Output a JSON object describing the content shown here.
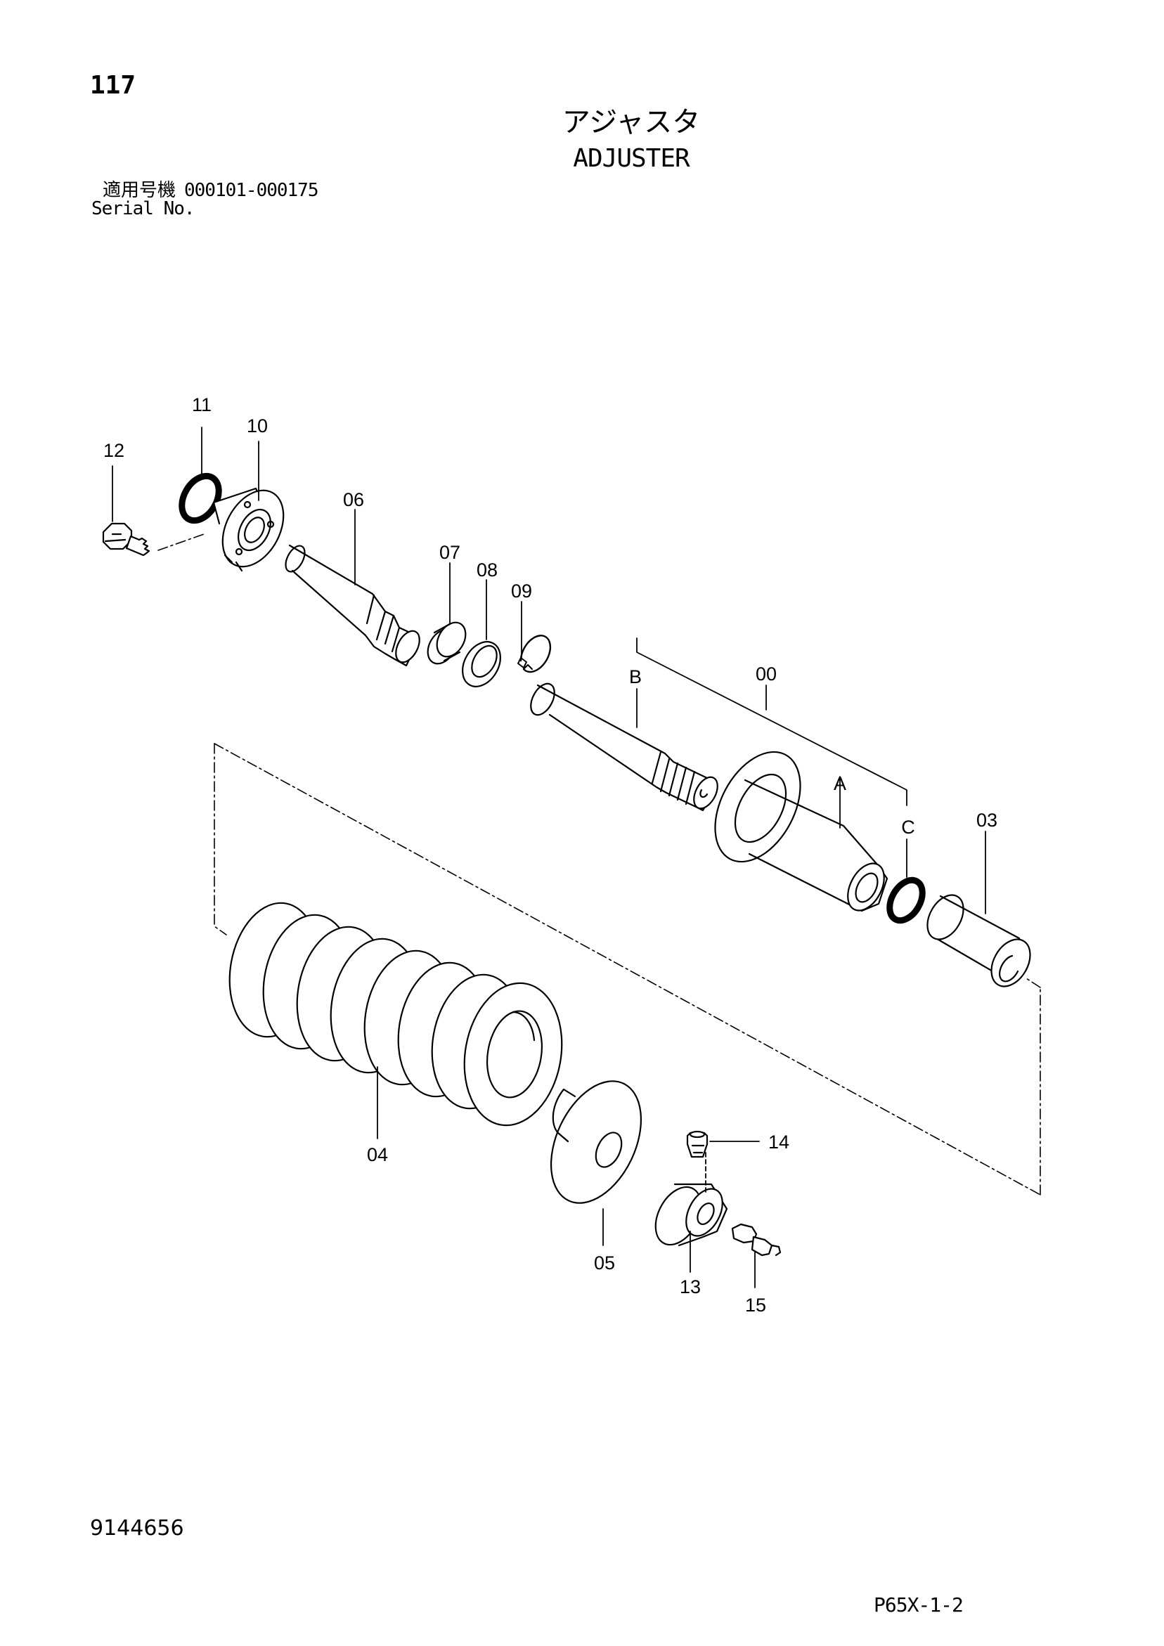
{
  "header": {
    "page_number": "117",
    "title_jp": "アジャスタ",
    "title_en": "ADJUSTER",
    "serial_label_jp": "適用号機",
    "serial_range": "000101-000175",
    "serial_label_en": "Serial No."
  },
  "callouts": {
    "p00": "00",
    "p03": "03",
    "p04": "04",
    "p05": "05",
    "p06": "06",
    "p07": "07",
    "p08": "08",
    "p09": "09",
    "p10": "10",
    "p11": "11",
    "p12": "12",
    "p13": "13",
    "p14": "14",
    "p15": "15",
    "A": "A",
    "B": "B",
    "C": "C"
  },
  "footer": {
    "document_number": "9144656",
    "page_code": "P65X-1-2"
  }
}
